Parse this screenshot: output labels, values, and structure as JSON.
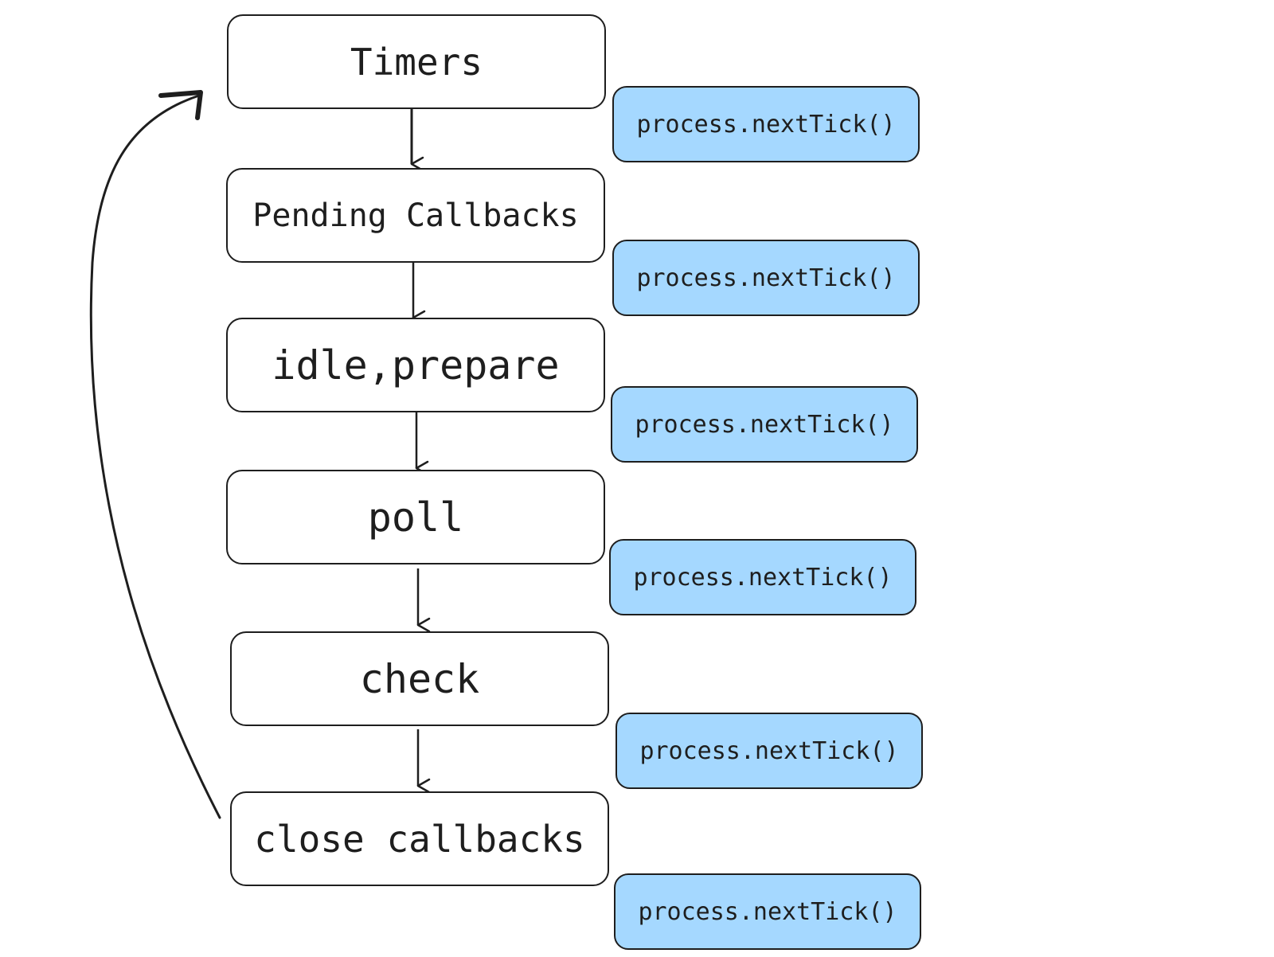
{
  "phases": [
    {
      "label": "Timers"
    },
    {
      "label": "Pending Callbacks"
    },
    {
      "label": "idle,prepare"
    },
    {
      "label": "poll"
    },
    {
      "label": "check"
    },
    {
      "label": "close callbacks"
    }
  ],
  "ticks": [
    {
      "label": "process.nextTick()"
    },
    {
      "label": "process.nextTick()"
    },
    {
      "label": "process.nextTick()"
    },
    {
      "label": "process.nextTick()"
    },
    {
      "label": "process.nextTick()"
    },
    {
      "label": "process.nextTick()"
    }
  ],
  "colors": {
    "stroke": "#1e1e1e",
    "tick_fill": "#a5d8ff",
    "phase_fill": "#ffffff"
  }
}
